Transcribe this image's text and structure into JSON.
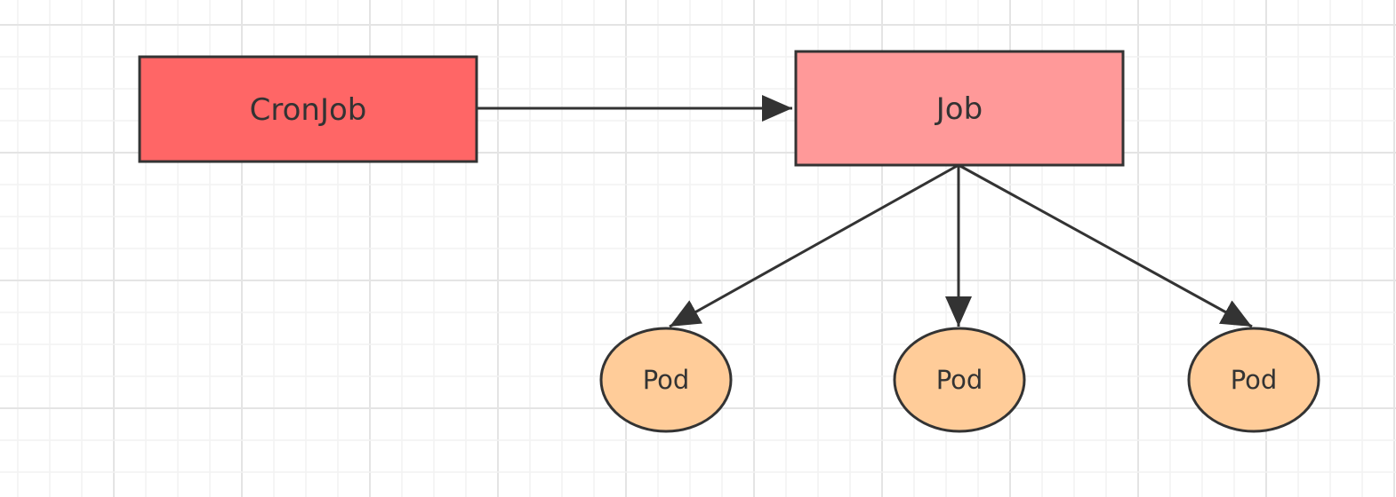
{
  "diagram": {
    "nodes": [
      {
        "id": "cronjob",
        "label": "CronJob",
        "shape": "rect",
        "fill": "#FF6666"
      },
      {
        "id": "job",
        "label": "Job",
        "shape": "rect",
        "fill": "#FF9999"
      },
      {
        "id": "pod1",
        "label": "Pod",
        "shape": "ellipse",
        "fill": "#FFCC99"
      },
      {
        "id": "pod2",
        "label": "Pod",
        "shape": "ellipse",
        "fill": "#FFCC99"
      },
      {
        "id": "pod3",
        "label": "Pod",
        "shape": "ellipse",
        "fill": "#FFCC99"
      }
    ],
    "edges": [
      {
        "from": "cronjob",
        "to": "job"
      },
      {
        "from": "job",
        "to": "pod1"
      },
      {
        "from": "job",
        "to": "pod2"
      },
      {
        "from": "job",
        "to": "pod3"
      }
    ],
    "colors": {
      "stroke": "#333333",
      "grid_minor": "#F2F2F2",
      "grid_major": "#E4E4E4",
      "background": "#FFFFFF"
    }
  }
}
